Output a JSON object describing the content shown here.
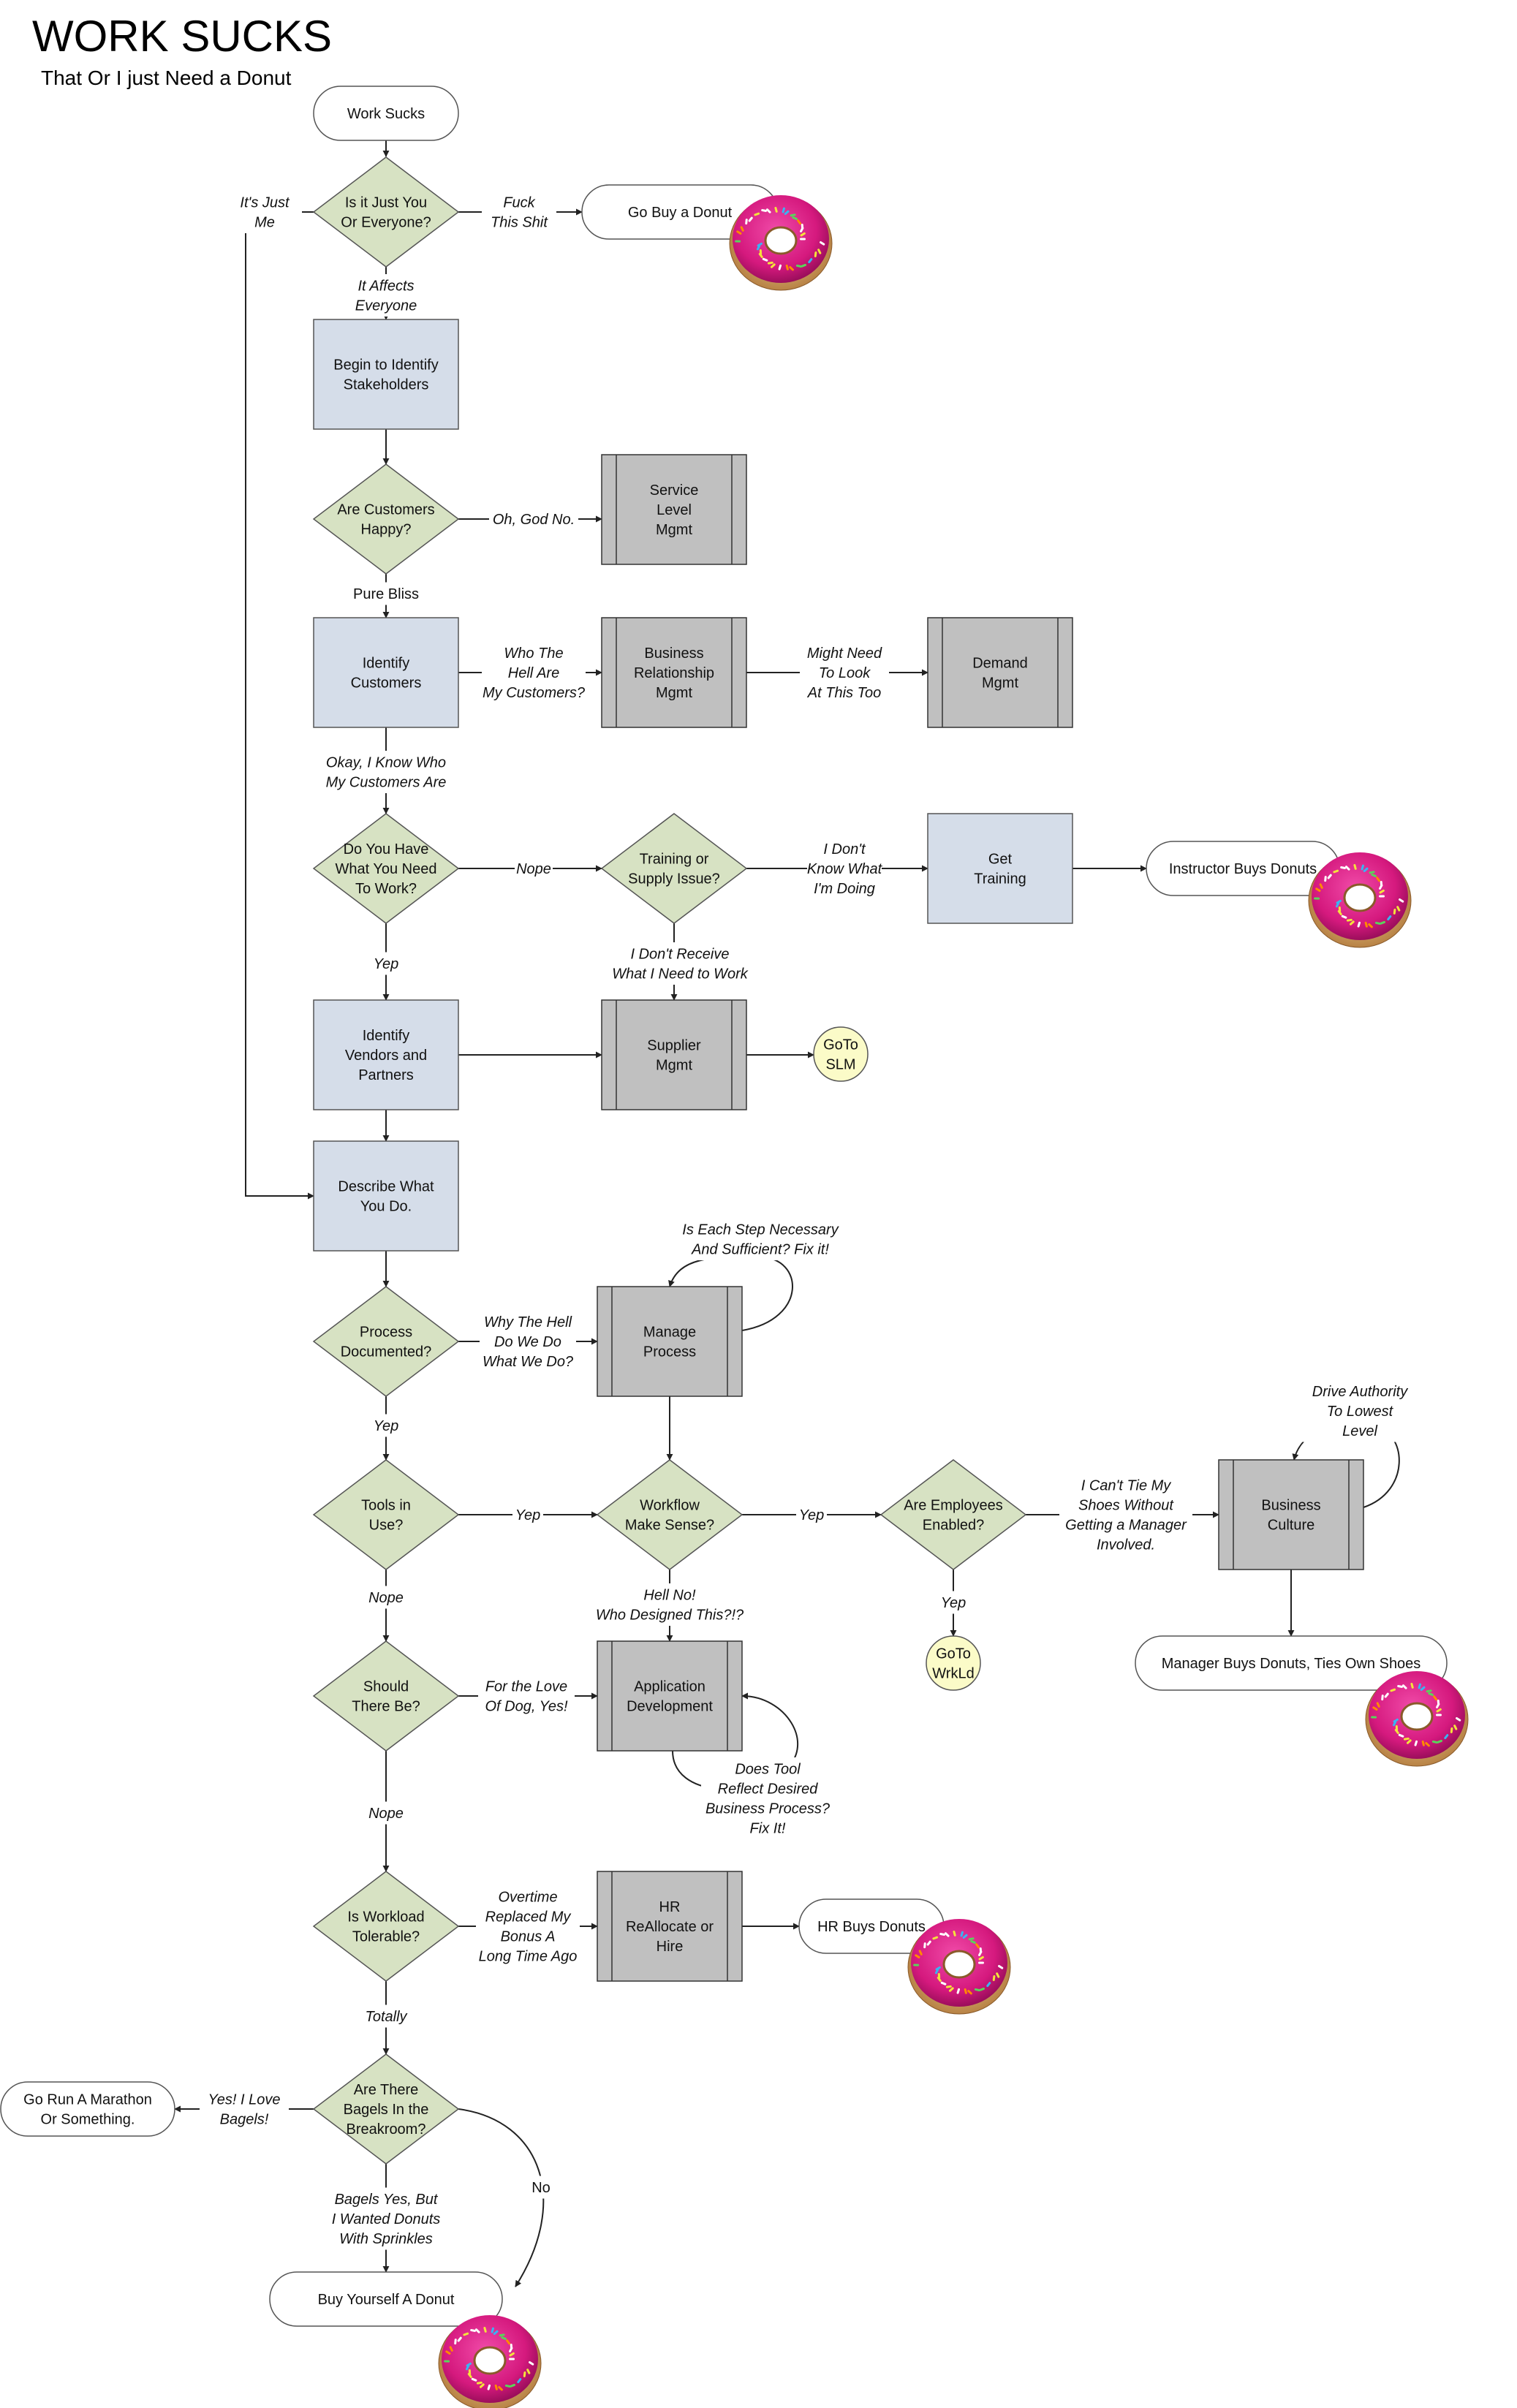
{
  "header": {
    "title": "WORK SUCKS",
    "subtitle": "That Or I just Need a Donut"
  },
  "colors": {
    "process": "#d5dde9",
    "decision": "#d7e2c3",
    "predefined": "#c0c0c0",
    "connector": "#fbfbc8",
    "donut_icing": "#d5197e"
  },
  "nodes": [
    {
      "id": "start",
      "type": "terminator",
      "lines": [
        "Work Sucks"
      ]
    },
    {
      "id": "d_just_you",
      "type": "decision",
      "lines": [
        "Is it Just You",
        "Or Everyone?"
      ]
    },
    {
      "id": "buy_donut",
      "type": "terminator",
      "lines": [
        "Go Buy a Donut"
      ],
      "donut": true
    },
    {
      "id": "stakeholders",
      "type": "process",
      "lines": [
        "Begin to Identify",
        "Stakeholders"
      ]
    },
    {
      "id": "d_happy",
      "type": "decision",
      "lines": [
        "Are Customers",
        "Happy?"
      ]
    },
    {
      "id": "slm",
      "type": "predefined",
      "lines": [
        "Service",
        "Level",
        "Mgmt"
      ]
    },
    {
      "id": "identify_customers",
      "type": "process",
      "lines": [
        "Identify",
        "Customers"
      ]
    },
    {
      "id": "brm",
      "type": "predefined",
      "lines": [
        "Business",
        "Relationship",
        "Mgmt"
      ]
    },
    {
      "id": "demand",
      "type": "predefined",
      "lines": [
        "Demand",
        "Mgmt"
      ]
    },
    {
      "id": "d_need",
      "type": "decision",
      "lines": [
        "Do You Have",
        "What You Need",
        "To Work?"
      ]
    },
    {
      "id": "d_training",
      "type": "decision",
      "lines": [
        "Training or",
        "Supply Issue?"
      ]
    },
    {
      "id": "get_training",
      "type": "process",
      "lines": [
        "Get",
        "Training"
      ]
    },
    {
      "id": "instructor",
      "type": "terminator",
      "lines": [
        "Instructor Buys Donuts"
      ],
      "donut": true
    },
    {
      "id": "vendors",
      "type": "process",
      "lines": [
        "Identify",
        "Vendors and",
        "Partners"
      ]
    },
    {
      "id": "supplier",
      "type": "predefined",
      "lines": [
        "Supplier",
        "Mgmt"
      ]
    },
    {
      "id": "goto_slm",
      "type": "connector",
      "lines": [
        "GoTo",
        "SLM"
      ]
    },
    {
      "id": "describe",
      "type": "process",
      "lines": [
        "Describe What",
        "You Do."
      ]
    },
    {
      "id": "d_documented",
      "type": "decision",
      "lines": [
        "Process",
        "Documented?"
      ]
    },
    {
      "id": "manage_process",
      "type": "predefined",
      "lines": [
        "Manage",
        "Process"
      ]
    },
    {
      "id": "d_tools",
      "type": "decision",
      "lines": [
        "Tools in",
        "Use?"
      ]
    },
    {
      "id": "d_workflow",
      "type": "decision",
      "lines": [
        "Workflow",
        "Make Sense?"
      ]
    },
    {
      "id": "d_enabled",
      "type": "decision",
      "lines": [
        "Are Employees",
        "Enabled?"
      ]
    },
    {
      "id": "culture",
      "type": "predefined",
      "lines": [
        "Business",
        "Culture"
      ]
    },
    {
      "id": "manager",
      "type": "terminator",
      "lines": [
        "Manager Buys Donuts, Ties Own Shoes"
      ],
      "donut": true
    },
    {
      "id": "goto_wrkld",
      "type": "connector",
      "lines": [
        "GoTo",
        "WrkLd"
      ]
    },
    {
      "id": "d_should",
      "type": "decision",
      "lines": [
        "Should",
        "There Be?"
      ]
    },
    {
      "id": "appdev",
      "type": "predefined",
      "lines": [
        "Application",
        "Development"
      ]
    },
    {
      "id": "d_workload",
      "type": "decision",
      "lines": [
        "Is Workload",
        "Tolerable?"
      ]
    },
    {
      "id": "hr",
      "type": "predefined",
      "lines": [
        "HR",
        "ReAllocate or",
        "Hire"
      ]
    },
    {
      "id": "hr_donuts",
      "type": "terminator",
      "lines": [
        "HR Buys Donuts"
      ],
      "donut": true
    },
    {
      "id": "d_bagels",
      "type": "decision",
      "lines": [
        "Are There",
        "Bagels In the",
        "Breakroom?"
      ]
    },
    {
      "id": "marathon",
      "type": "terminator",
      "lines": [
        "Go Run A Marathon",
        "Or Something."
      ]
    },
    {
      "id": "buy_yourself",
      "type": "terminator",
      "lines": [
        "Buy Yourself A Donut"
      ],
      "donut": true
    }
  ],
  "edges": [
    {
      "from": "start",
      "to": "d_just_you",
      "lines": []
    },
    {
      "from": "d_just_you",
      "to": "buy_donut",
      "lines": [
        "Fuck",
        "This Shit"
      ]
    },
    {
      "from": "d_just_you",
      "to": "describe",
      "lines": [
        "It's Just",
        "Me"
      ]
    },
    {
      "from": "d_just_you",
      "to": "stakeholders",
      "lines": [
        "It Affects",
        "Everyone"
      ]
    },
    {
      "from": "stakeholders",
      "to": "d_happy",
      "lines": []
    },
    {
      "from": "d_happy",
      "to": "slm",
      "lines": [
        "Oh, God No."
      ]
    },
    {
      "from": "d_happy",
      "to": "identify_customers",
      "lines": [
        "Pure Bliss"
      ],
      "italic": false
    },
    {
      "from": "identify_customers",
      "to": "brm",
      "lines": [
        "Who The",
        "Hell Are",
        "My Customers?"
      ]
    },
    {
      "from": "brm",
      "to": "demand",
      "lines": [
        "Might Need",
        "To Look",
        "At This Too"
      ]
    },
    {
      "from": "identify_customers",
      "to": "d_need",
      "lines": [
        "Okay, I Know Who",
        "My Customers Are"
      ]
    },
    {
      "from": "d_need",
      "to": "d_training",
      "lines": [
        "Nope"
      ]
    },
    {
      "from": "d_training",
      "to": "get_training",
      "lines": [
        "I Don't",
        "Know What",
        "I'm Doing"
      ]
    },
    {
      "from": "get_training",
      "to": "instructor",
      "lines": []
    },
    {
      "from": "d_training",
      "to": "supplier",
      "lines": [
        "I Don't Receive",
        "What I Need to Work"
      ]
    },
    {
      "from": "d_need",
      "to": "vendors",
      "lines": [
        "Yep"
      ]
    },
    {
      "from": "vendors",
      "to": "supplier",
      "lines": []
    },
    {
      "from": "supplier",
      "to": "goto_slm",
      "lines": []
    },
    {
      "from": "vendors",
      "to": "describe",
      "lines": []
    },
    {
      "from": "describe",
      "to": "d_documented",
      "lines": []
    },
    {
      "from": "d_documented",
      "to": "manage_process",
      "lines": [
        "Why The Hell",
        "Do We Do",
        "What We Do?"
      ]
    },
    {
      "from": "manage_process",
      "to": "manage_process",
      "lines": [
        "Is Each Step Necessary",
        "And Sufficient? Fix it!"
      ]
    },
    {
      "from": "manage_process",
      "to": "d_workflow",
      "lines": []
    },
    {
      "from": "d_documented",
      "to": "d_tools",
      "lines": [
        "Yep"
      ]
    },
    {
      "from": "d_tools",
      "to": "d_workflow",
      "lines": [
        "Yep"
      ]
    },
    {
      "from": "d_workflow",
      "to": "d_enabled",
      "lines": [
        "Yep"
      ]
    },
    {
      "from": "d_enabled",
      "to": "culture",
      "lines": [
        "I Can't Tie My",
        "Shoes Without",
        "Getting a Manager",
        "Involved."
      ]
    },
    {
      "from": "culture",
      "to": "culture",
      "lines": [
        "Drive Authority",
        "To Lowest",
        "Level"
      ]
    },
    {
      "from": "culture",
      "to": "manager",
      "lines": []
    },
    {
      "from": "d_enabled",
      "to": "goto_wrkld",
      "lines": [
        "Yep"
      ]
    },
    {
      "from": "d_workflow",
      "to": "appdev",
      "lines": [
        "Hell No!",
        "Who Designed This?!?"
      ]
    },
    {
      "from": "d_tools",
      "to": "d_should",
      "lines": [
        "Nope"
      ]
    },
    {
      "from": "d_should",
      "to": "appdev",
      "lines": [
        "For the Love",
        "Of Dog, Yes!"
      ]
    },
    {
      "from": "appdev",
      "to": "appdev",
      "lines": [
        "Does Tool",
        "Reflect Desired",
        "Business Process?",
        "Fix It!"
      ]
    },
    {
      "from": "d_should",
      "to": "d_workload",
      "lines": [
        "Nope"
      ]
    },
    {
      "from": "d_workload",
      "to": "hr",
      "lines": [
        "Overtime",
        "Replaced My",
        "Bonus A",
        "Long Time Ago"
      ]
    },
    {
      "from": "hr",
      "to": "hr_donuts",
      "lines": []
    },
    {
      "from": "d_workload",
      "to": "d_bagels",
      "lines": [
        "Totally"
      ]
    },
    {
      "from": "d_bagels",
      "to": "marathon",
      "lines": [
        "Yes! I Love",
        "Bagels!"
      ]
    },
    {
      "from": "d_bagels",
      "to": "buy_yourself",
      "lines": [
        "Bagels Yes, But",
        "I Wanted Donuts",
        "With Sprinkles"
      ]
    },
    {
      "from": "d_bagels",
      "to": "buy_yourself",
      "lines": [
        "No"
      ],
      "italic": false
    }
  ]
}
